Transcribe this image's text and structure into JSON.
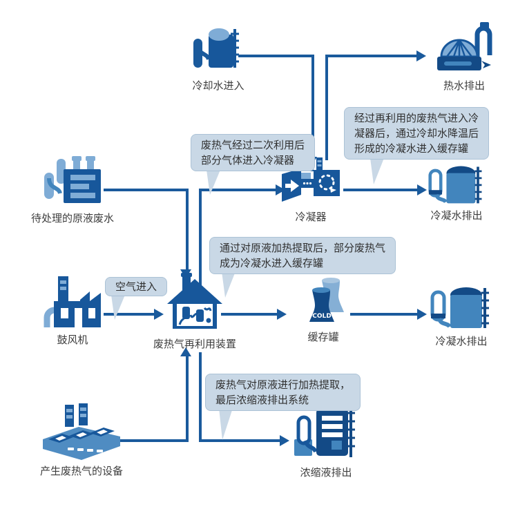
{
  "diagram": {
    "colors": {
      "primary": "#1a5a9c",
      "navy": "#134a86",
      "mid": "#4285bd",
      "light": "#7facd6",
      "callout_bg": "#c9d8e6",
      "callout_border": "#abc2d6",
      "label_text": "#3d3d3d"
    },
    "nodes": {
      "cooling_water_in": {
        "label": "冷却水进入"
      },
      "hot_water_out": {
        "label": "热水排出"
      },
      "raw_liquid": {
        "label": "待处理的原液废水"
      },
      "condenser": {
        "label": "冷凝器"
      },
      "condensate_out_top": {
        "label": "冷凝水排出"
      },
      "blower": {
        "label": "鼓风机"
      },
      "reuse_device": {
        "label": "废热气再利用装置"
      },
      "buffer_tank": {
        "label": "缓存罐",
        "badge": "COLD"
      },
      "condensate_out_mid": {
        "label": "冷凝水排出"
      },
      "waste_heat_equipment": {
        "label": "产生废热气的设备"
      },
      "concentrate_out": {
        "label": "浓缩液排出"
      }
    },
    "callouts": {
      "air_in": {
        "text": "空气进入"
      },
      "c1": {
        "text": "废热气经过二次利用后\n部分气体进入冷凝器"
      },
      "c2": {
        "text": "经过再利用的废热气进入冷\n凝器后，通过冷却水降温后\n形成的冷凝水进入缓存罐"
      },
      "c3": {
        "text": "通过对原液加热提取后，部分废热气\n成为冷凝水进入缓存罐"
      },
      "c4": {
        "text": "废热气对原液进行加热提取，\n最后浓缩液排出系统"
      }
    }
  }
}
